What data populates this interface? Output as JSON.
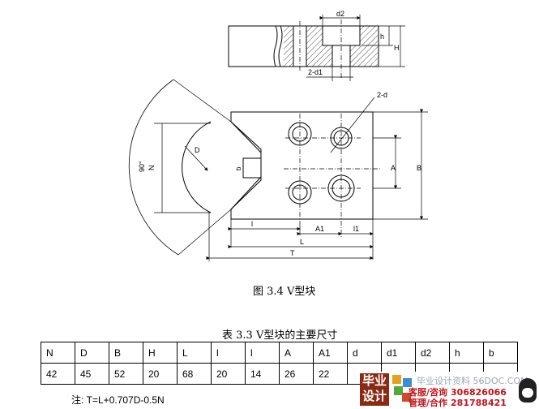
{
  "figure": {
    "caption": "图 3.4   V型块",
    "labels": {
      "top_d2": "d2",
      "top_h": "h",
      "top_H": "H",
      "top_2d1": "2-d1",
      "main_2d": "2-d",
      "main_D": "D",
      "main_angle": "90°",
      "main_N": "N",
      "main_b": "b",
      "main_A": "A",
      "main_B": "B",
      "main_l": "l",
      "main_A1": "A1",
      "main_l1": "l1",
      "main_L": "L",
      "main_T": "T"
    }
  },
  "table": {
    "caption": "表 3.3   V型块的主要尺寸",
    "headers": [
      "N",
      "D",
      "B",
      "H",
      "L",
      "l",
      "l",
      "A",
      "A1",
      "d",
      "d1",
      "d2",
      "h",
      "b"
    ],
    "values": [
      "42",
      "45",
      "52",
      "20",
      "68",
      "20",
      "14",
      "26",
      "22",
      "",
      "",
      "",
      "",
      ""
    ]
  },
  "note": "注: T=L+0.707D-0.5N",
  "watermark": {
    "logo": "毕业设计",
    "line1": "毕业设计资料 56DOC.COM",
    "line2_label": "客服/咨询",
    "line2_number": "306826066",
    "line3_label": "管理/合作",
    "line3_number": "281788421",
    "colors": {
      "logo": "#8a2a14",
      "accent": "#c0141c",
      "blocks": [
        "#e8a020",
        "#3a8fd0",
        "#54a83a",
        "#d04a2a"
      ]
    }
  }
}
